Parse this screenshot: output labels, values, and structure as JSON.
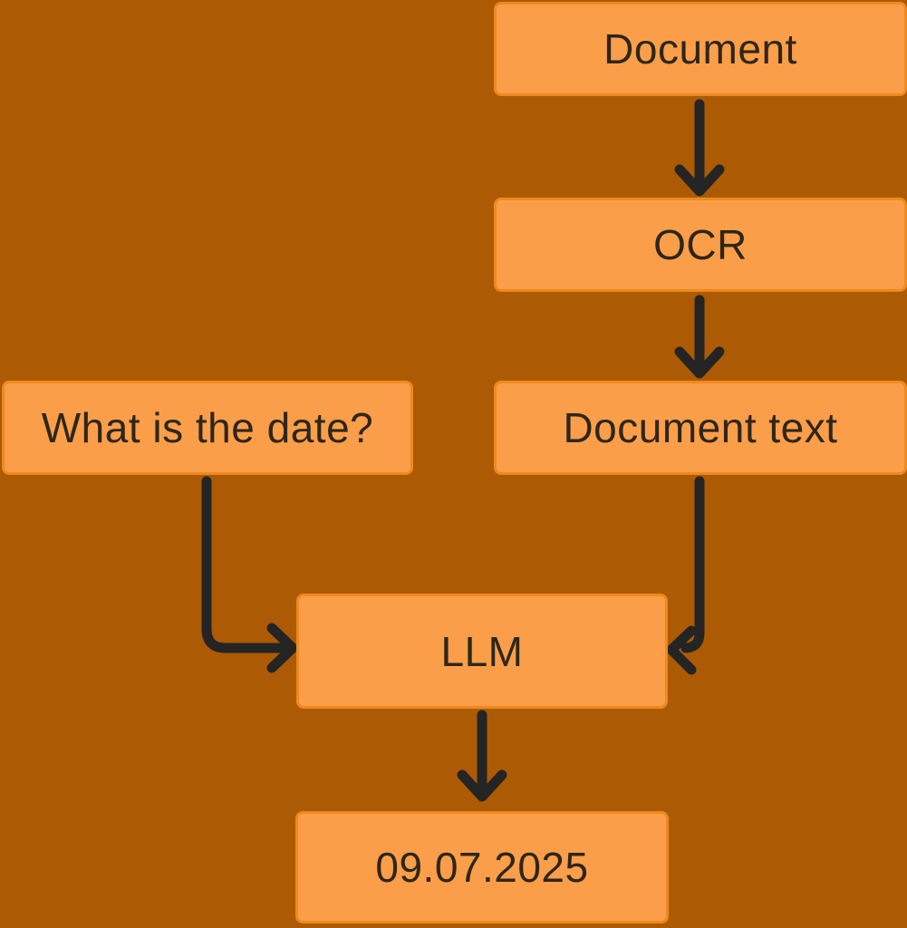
{
  "diagram": {
    "title": "Document date extraction pipeline flowchart",
    "colors": {
      "bg": "#AD5A05",
      "node_fill": "#FB9E4A",
      "node_border": "#EE8A1D",
      "text": "#2E2619",
      "arrow": "#242424"
    },
    "nodes": [
      {
        "id": "document",
        "label": "Document"
      },
      {
        "id": "ocr",
        "label": "OCR"
      },
      {
        "id": "question",
        "label": "What is the date?"
      },
      {
        "id": "document-text",
        "label": "Document text"
      },
      {
        "id": "llm",
        "label": "LLM"
      },
      {
        "id": "answer",
        "label": "09.07.2025"
      }
    ],
    "edges": [
      {
        "from": "document",
        "to": "ocr"
      },
      {
        "from": "ocr",
        "to": "document-text"
      },
      {
        "from": "document-text",
        "to": "llm"
      },
      {
        "from": "question",
        "to": "llm"
      },
      {
        "from": "llm",
        "to": "answer"
      }
    ]
  }
}
